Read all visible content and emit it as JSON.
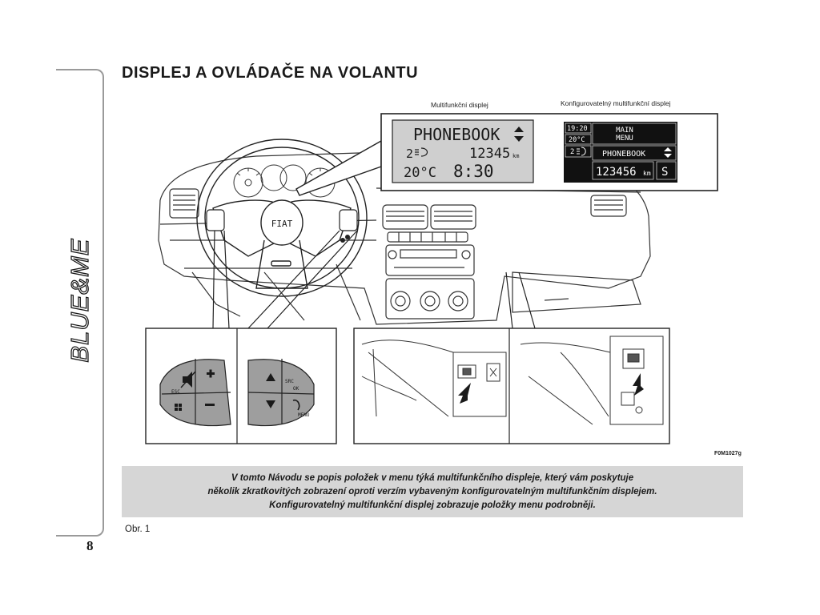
{
  "page": {
    "title": "DISPLEJ A OVLÁDAČE NA VOLANTU",
    "side_brand": "BLUE&ME",
    "page_number": "8",
    "figure_ref": "Obr. 1",
    "figure_code": "F0M1027g"
  },
  "labels": {
    "multifunction_display": "Multifunkční displej",
    "configurable_display": "Konfigurovatelný multifunkční displej"
  },
  "lcd_basic": {
    "line1": "PHONEBOOK",
    "gear": "2",
    "odometer": "12345",
    "odometer_unit": "km",
    "temperature": "20°C",
    "time": "8:30"
  },
  "lcd_config": {
    "time": "19:20",
    "temperature": "20°C",
    "gear": "2",
    "menu_title_line1": "MAIN",
    "menu_title_line2": "MENU",
    "menu_item": "PHONEBOOK",
    "odometer": "123456",
    "odometer_unit": "km",
    "mode": "S"
  },
  "steering_buttons": {
    "esc": "ESC",
    "src": "SRC",
    "ok": "OK",
    "menu": "MENU"
  },
  "steering_logo": "FIAT",
  "caption": {
    "line1": "V tomto Návodu se popis položek v menu týká multifunkčního displeje, který vám poskytuje",
    "line2": "několik zkratkovitých zobrazení oproti verzím vybaveným konfigurovatelným multifunkčním displejem.",
    "line3": "Konfigurovatelný multifunkční displej zobrazuje položky menu podrobněji."
  }
}
